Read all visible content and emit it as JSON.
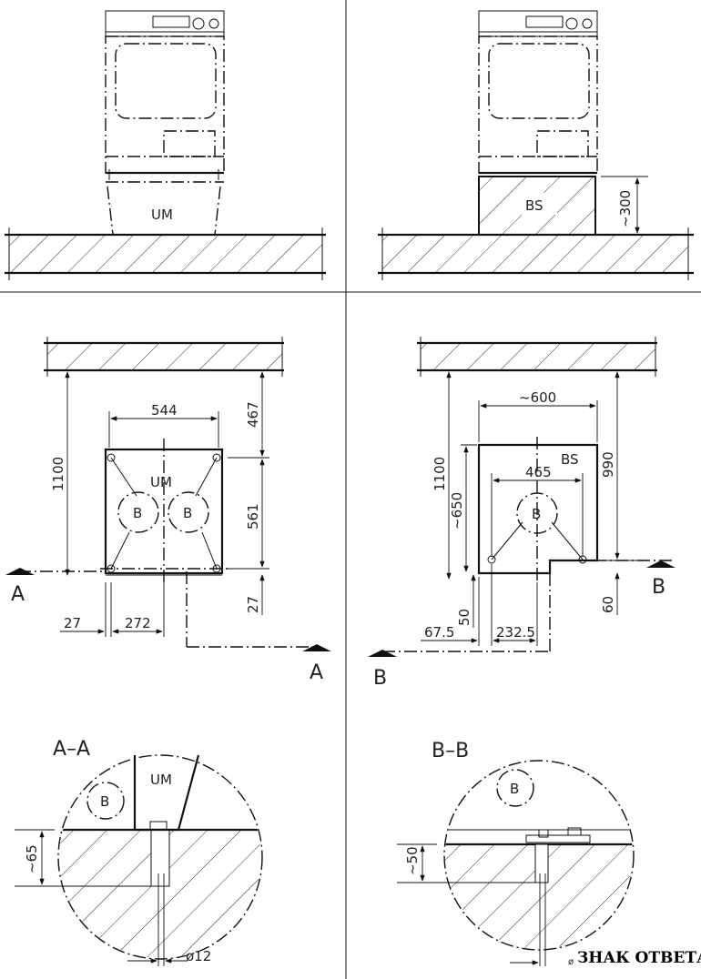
{
  "panel1": {
    "unit_label": "UM"
  },
  "panel2": {
    "unit_label": "BS",
    "height_dim": "~300"
  },
  "panel3": {
    "unit_label": "UM",
    "width_dim": "544",
    "wall_dim": "467",
    "depth_dim": "561",
    "front_dim": "27",
    "total_dim": "1100",
    "side_dim": "27",
    "foot_dim": "272",
    "bolt_labels": [
      "B",
      "B"
    ],
    "section_marks": [
      "A",
      "A"
    ]
  },
  "panel4": {
    "unit_label": "BS",
    "width_dim": "~600",
    "inner_dim": "465",
    "total_dim": "1100",
    "depth_dim": "~650",
    "wall_dim": "990",
    "front_dim": "60",
    "base_dim": "50",
    "side_dim": "67.5",
    "foot_dim": "232.5",
    "bolt_label": "B",
    "section_marks": [
      "B",
      "B"
    ]
  },
  "panel5": {
    "title": "A–A",
    "unit_label": "UM",
    "bolt_label": "B",
    "depth_dim": "~65",
    "diameter_dim": "ø12"
  },
  "panel6": {
    "title": "B–B",
    "bolt_label": "B",
    "depth_dim": "~50",
    "diameter_dim": "ø"
  },
  "watermark": "ЗНАК ОТВЕТА"
}
